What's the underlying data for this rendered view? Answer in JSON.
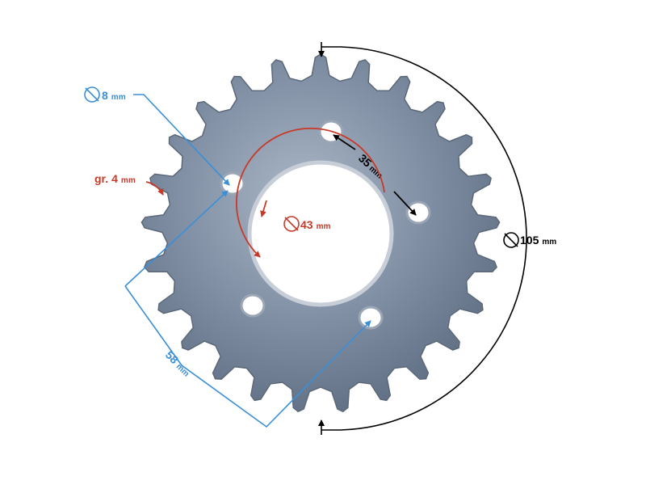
{
  "diagram": {
    "outer_diameter": {
      "value": "105",
      "unit": "mm",
      "color": "#000000"
    },
    "inner_diameter": {
      "value": "43",
      "unit": "mm",
      "color": "#c83a28"
    },
    "bolt_hole_diameter": {
      "value": "8",
      "unit": "mm",
      "color": "#3a8fd8"
    },
    "bolt_hole_spacing": {
      "value": "35",
      "unit": "mm",
      "color": "#000000"
    },
    "bolt_circle": {
      "value": "58",
      "unit": "mm",
      "color": "#3a8fd8"
    },
    "thickness": {
      "prefix": "gr.",
      "value": "4",
      "unit": "mm",
      "color": "#c83a28"
    }
  },
  "sprocket": {
    "teeth": 25,
    "bolt_holes": 5,
    "metal_color": "#7f8ea3",
    "edge_color": "#5b6878"
  }
}
